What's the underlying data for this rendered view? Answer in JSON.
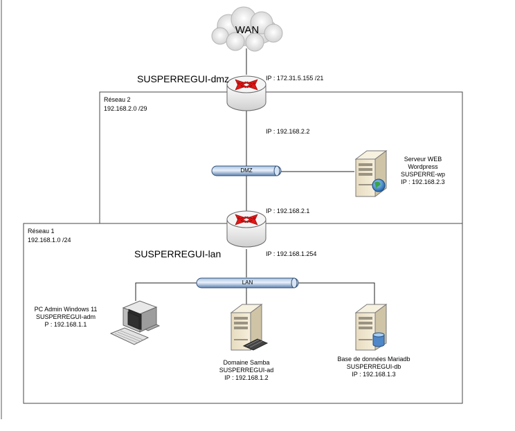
{
  "wan": {
    "label": "WAN"
  },
  "routers": {
    "dmz": {
      "name": "SUSPERREGUI-dmz",
      "wan_ip": "IP : 172.31.5.155 /21",
      "internal_ip": "IP : 192.168.2.2"
    },
    "lan": {
      "name": "SUSPERREGUI-lan",
      "dmz_ip": "IP : 192.168.2.1",
      "lan_ip": "IP : 192.168.1.254"
    }
  },
  "networks": {
    "reseau2": {
      "title": "Réseau 2",
      "subnet": "192.168.2.0 /29"
    },
    "reseau1": {
      "title": "Réseau 1",
      "subnet": "192.168.1.0 /24"
    }
  },
  "buses": {
    "dmz": "DMZ",
    "lan": "LAN"
  },
  "servers": {
    "web": {
      "lines": [
        "Serveur WEB",
        "Wordpress",
        "SUSPERRE-wp",
        "IP : 192.168.2.3"
      ]
    },
    "samba": {
      "lines": [
        "Domaine Samba",
        "SUSPERREGUI-ad",
        "IP : 192.168.1.2"
      ]
    },
    "db": {
      "lines": [
        "Base de données Mariadb",
        "SUSPERREGUI-db",
        "IP : 192.168.1.3"
      ]
    }
  },
  "hosts": {
    "pc": {
      "lines": [
        "PC Admin Windows 11",
        "SUSPERREGUI-adm",
        "P : 192.168.1.1"
      ]
    }
  },
  "colors": {
    "bus_fill": "#a9c4e2",
    "router_arrows": "#e01818",
    "server_beige": "#e7dcc0"
  },
  "icons": {
    "wan": "cloud-icon",
    "routers": "router-icon",
    "buses": "ethernet-bus-icon",
    "web_server": "web-server-globe-icon",
    "pc": "workstation-icon",
    "samba": "server-keyboard-icon",
    "db": "database-server-icon"
  }
}
